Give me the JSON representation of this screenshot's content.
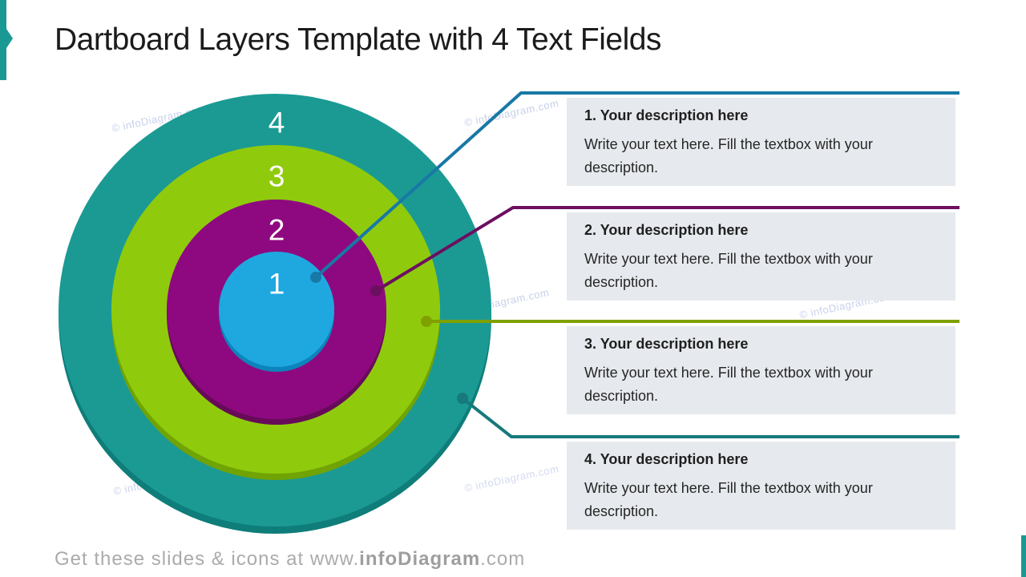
{
  "slide": {
    "title": "Dartboard Layers Template with 4 Text Fields",
    "watermark_text": "© infoDiagram.com",
    "footer": {
      "prefix": "Get these slides & icons at www.",
      "brand": "infoDiagram",
      "suffix": ".com"
    }
  },
  "dartboard": {
    "rings": [
      {
        "label": "4",
        "fill": "#1B9A94",
        "rim": "#0F7D79"
      },
      {
        "label": "3",
        "fill": "#8FCB0C",
        "rim": "#70A303"
      },
      {
        "label": "2",
        "fill": "#8E0980",
        "rim": "#670B59"
      },
      {
        "label": "1",
        "fill": "#1FA8E0",
        "rim": "#0C84BB"
      }
    ]
  },
  "callouts": [
    {
      "accent": "#1878A6",
      "heading": "1. Your description here",
      "body": "Write your text here. Fill the textbox with your description."
    },
    {
      "accent": "#6C0F60",
      "heading": "2. Your description here",
      "body": "Write your text here. Fill the textbox with your description."
    },
    {
      "accent": "#7FA000",
      "heading": "3. Your description here",
      "body": "Write your text here. Fill the textbox with your description."
    },
    {
      "accent": "#17797C",
      "heading": "4. Your description here",
      "body": "Write your text here. Fill the textbox with your description."
    }
  ],
  "colors": {
    "ribbon_teal": "#1A9994",
    "box_background": "#E6E9ED",
    "footer_gray": "#ABABAB",
    "watermark_blue": "#C7D1EA",
    "title_text": "#1B1B1B"
  }
}
